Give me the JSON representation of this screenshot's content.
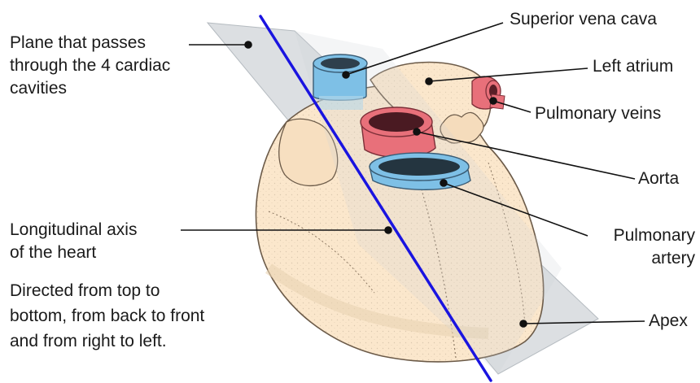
{
  "labels": {
    "plane": "Plane that passes\nthrough the 4 cardiac\ncavities",
    "axis": "Longitudinal axis\nof the heart",
    "direction": "Directed from top to\nbottom, from back to front\nand from right to left.",
    "superior_vena_cava": "Superior vena cava",
    "left_atrium": "Left atrium",
    "pulmonary_veins": "Pulmonary veins",
    "aorta": "Aorta",
    "pulmonary_artery": "Pulmonary\nartery",
    "apex": "Apex"
  },
  "colors": {
    "heart_fill": "#fbe7cc",
    "heart_stroke": "#6b5a48",
    "plane_fill": "#d6dade",
    "axis_line": "#1a14e0",
    "vein_blue": "#7ec0e6",
    "artery_red": "#e8707a",
    "leader_line": "#111111"
  },
  "icons": {
    "plane": "translucent-plane-shape",
    "axis": "straight-axis-line"
  }
}
